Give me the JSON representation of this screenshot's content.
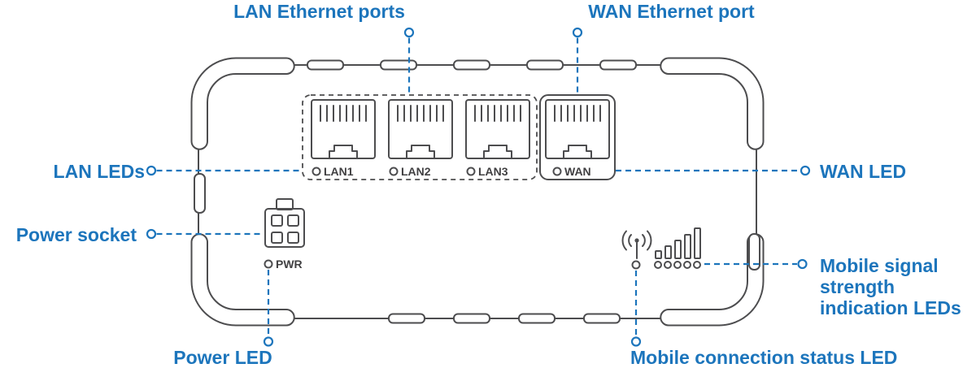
{
  "colors": {
    "accent": "#1c75bc",
    "line": "#4d4d4f",
    "label": "#414042"
  },
  "callouts": {
    "lan_ports": "LAN Ethernet ports",
    "wan_port": "WAN Ethernet port",
    "lan_leds": "LAN LEDs",
    "wan_led": "WAN LED",
    "power_socket": "Power socket",
    "power_led": "Power LED",
    "mobile_signal_leds": "Mobile signal strength indication LEDs",
    "mobile_status_led": "Mobile connection status LED"
  },
  "device": {
    "port_labels": [
      "LAN1",
      "LAN2",
      "LAN3",
      "WAN"
    ],
    "power_led_label": "PWR"
  }
}
